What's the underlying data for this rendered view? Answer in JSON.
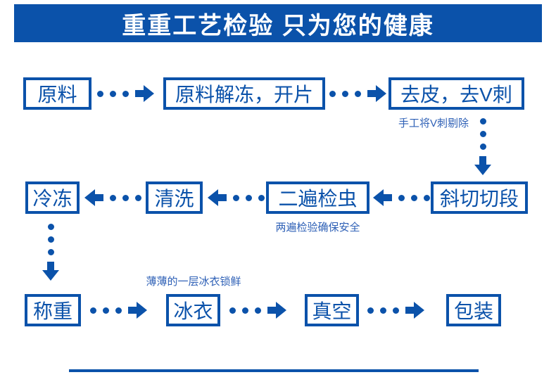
{
  "banner": {
    "title": "重重工艺检验 只为您的健康"
  },
  "colors": {
    "primary_blue": "#0b52aa",
    "caption_blue": "#2e60b6",
    "banner_text": "#ffffff",
    "background": "#ffffff"
  },
  "flow": {
    "row1": {
      "boxes": [
        {
          "label": "原料"
        },
        {
          "label": "原料解冻，开片"
        },
        {
          "label": "去皮，去V刺"
        }
      ],
      "caption": "手工将V刺剔除"
    },
    "row2": {
      "boxes": [
        {
          "label": "斜切切段"
        },
        {
          "label": "二遍检虫"
        },
        {
          "label": "清洗"
        },
        {
          "label": "冷冻"
        }
      ],
      "caption": "两遍检验确保安全"
    },
    "row3": {
      "boxes": [
        {
          "label": "称重"
        },
        {
          "label": "冰衣"
        },
        {
          "label": "真空"
        },
        {
          "label": "包装"
        }
      ],
      "caption": "薄薄的一层冰衣锁鲜"
    }
  }
}
